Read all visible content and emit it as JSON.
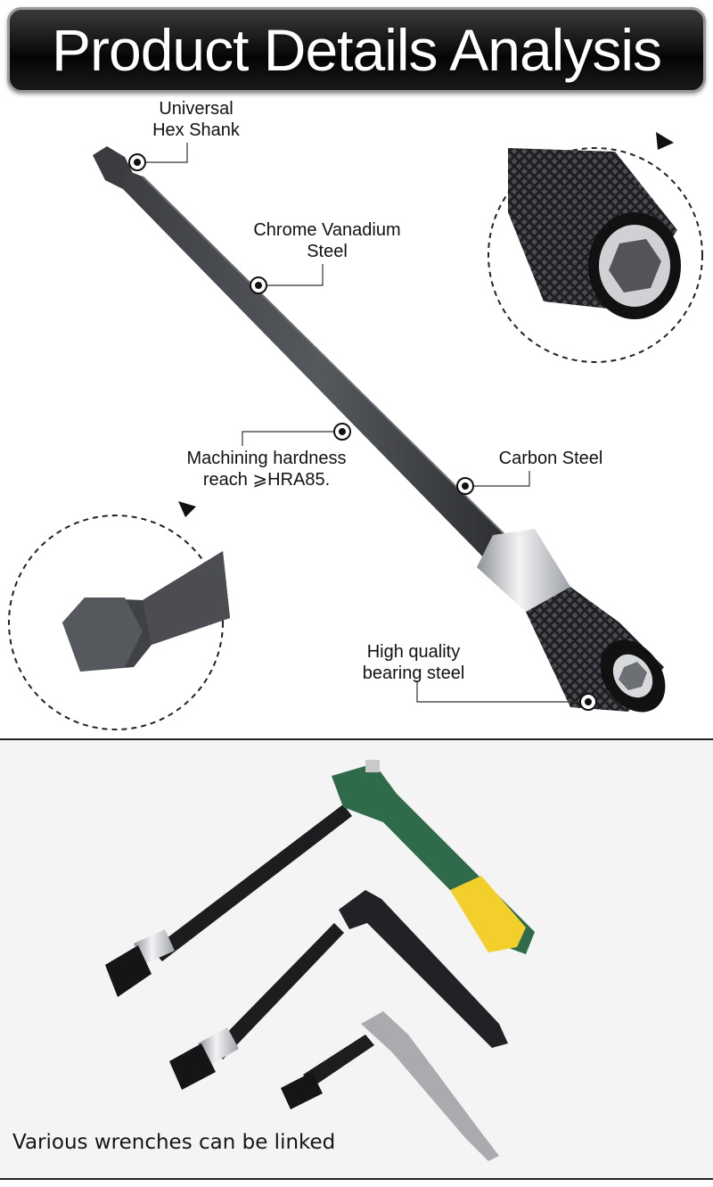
{
  "header": {
    "title": "Product Details Analysis"
  },
  "callouts": {
    "hex_shank": "Universal\nHex Shank",
    "chrome_vanadium": "Chrome Vanadium\nSteel",
    "hardness": "Machining hardness\nreach ⩾HRA85.",
    "carbon_steel": "Carbon Steel",
    "bearing_steel": "High quality\nbearing steel"
  },
  "caption": "Various wrenches can be linked"
}
